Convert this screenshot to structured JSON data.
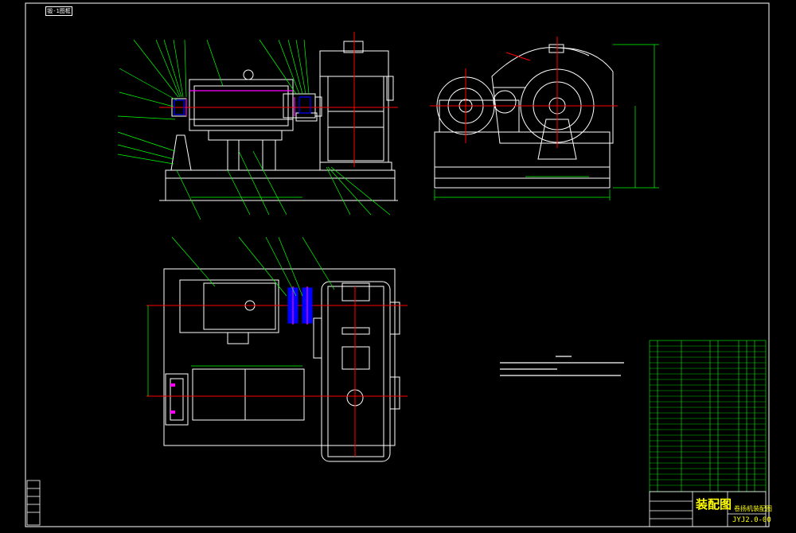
{
  "drawing": {
    "corner_tag": "锻-1图框",
    "title": "装配图",
    "sub_title": "卷扬机装配图",
    "drawing_code": "JYJ2.0-00"
  },
  "colors": {
    "background": "#000000",
    "outline": "#ffffff",
    "center_line": "#ff0000",
    "leader": "#00ff00",
    "dimension": "#00ff00",
    "coupling": "#0000ff",
    "bolt": "#ff00ff",
    "title_text": "#ffff00"
  }
}
